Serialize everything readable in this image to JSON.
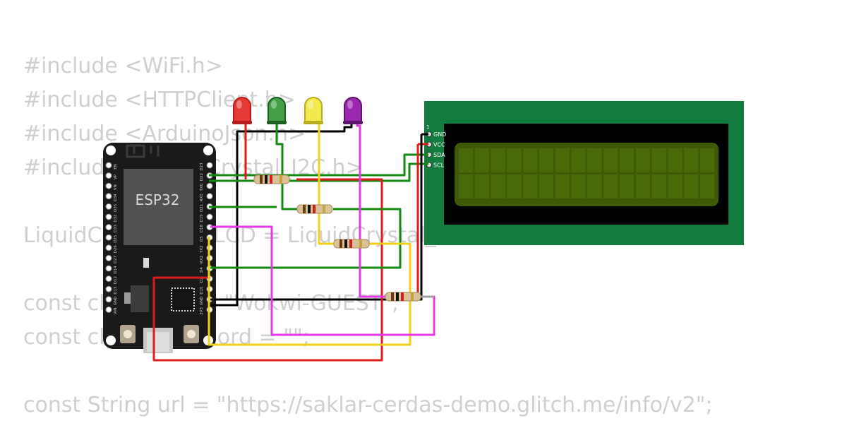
{
  "code_lines": [
    "#include <WiFi.h>",
    "#include <HTTPClient.h>",
    "#include <ArduinoJson.h>",
    "#include <LiquidCrystal_I2C.h>",
    "",
    "LiquidCrystal_I2C LCD = LiquidCrystal_I2C(0x27, 16, 2);",
    "",
    "const char* ssid = \"Wokwi-GUEST\";",
    "const char* password = \"\";",
    "",
    "const String url = \"https://saklar-cerdas-demo.glitch.me/info/v2\";"
  ],
  "board": {
    "chip_label": "ESP32",
    "left_pins": [
      "EN",
      "VP",
      "VN",
      "D34",
      "D35",
      "D32",
      "D33",
      "D25",
      "D26",
      "D27",
      "D14",
      "D12",
      "D13",
      "GND",
      "VIN"
    ],
    "right_pins": [
      "D23",
      "D22",
      "TX0",
      "RX0",
      "D21",
      "D19",
      "D18",
      "D5",
      "TX2",
      "RX2",
      "D4",
      "D2",
      "D15",
      "GND",
      "3V3"
    ]
  },
  "lcd": {
    "pin_number": "1",
    "pins": [
      "GND",
      "VCC",
      "SDA",
      "SCL"
    ]
  },
  "leds": [
    {
      "color_name": "red",
      "body": "#e53935",
      "dark": "#b71c1c"
    },
    {
      "color_name": "green",
      "body": "#43a047",
      "dark": "#1b5e20"
    },
    {
      "color_name": "yellow",
      "body": "#f2e94e",
      "dark": "#b8ae20"
    },
    {
      "color_name": "purple",
      "body": "#9c27b0",
      "dark": "#5e1570"
    }
  ],
  "colors": {
    "code_text": "#cfcfcf",
    "board": "#1a1a1a",
    "lcd_pcb": "#127c3e",
    "lcd_screen": "#3f5a06",
    "wire_red": "#e01b1b",
    "wire_green": "#128a12",
    "wire_yellow": "#f0d21a",
    "wire_magenta": "#e638e6",
    "wire_black": "#000000",
    "wire_gray": "#a0a0a0"
  }
}
